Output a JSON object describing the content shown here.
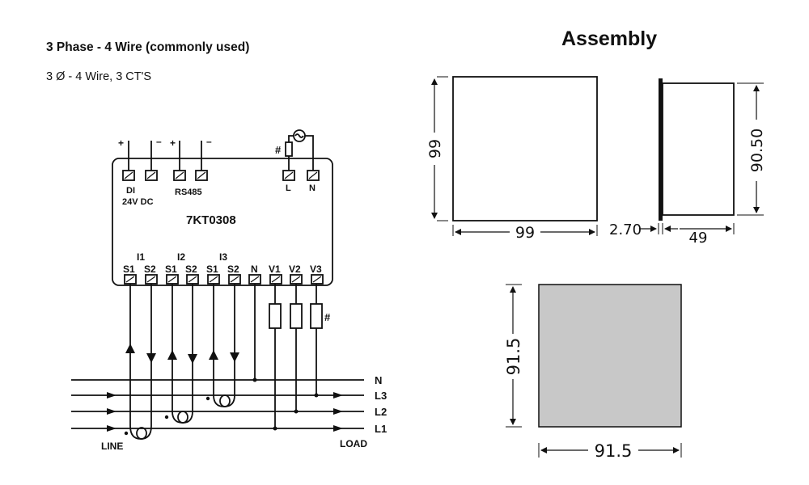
{
  "header": {
    "title": "3 Phase - 4 Wire (commonly used)",
    "subtitle": "3 Ø - 4 Wire, 3 CT'S",
    "assembly_title": "Assembly"
  },
  "meter": {
    "model": "7KT0308",
    "di_label": "DI",
    "di_sub": "24V DC",
    "rs485_label": "RS485",
    "plus": "+",
    "minus": "–",
    "aux_fuse_mark": "#",
    "aux_l": "L",
    "aux_n": "N",
    "current_groups": [
      "I1",
      "I2",
      "I3"
    ],
    "terminals": [
      "S1",
      "S2",
      "S1",
      "S2",
      "S1",
      "S2",
      "N",
      "V1",
      "V2",
      "V3"
    ],
    "voltage_fuse_mark": "#"
  },
  "lines": {
    "names": [
      "N",
      "L3",
      "L2",
      "L1"
    ],
    "line_label": "LINE",
    "load_label": "LOAD"
  },
  "assembly": {
    "front_width": "99",
    "front_height": "99",
    "side_height": "90.50",
    "flange": "2.70",
    "depth": "49",
    "cutout_width": "91.5",
    "cutout_height": "91.5",
    "cutout_fill": "#c8c8c8"
  }
}
